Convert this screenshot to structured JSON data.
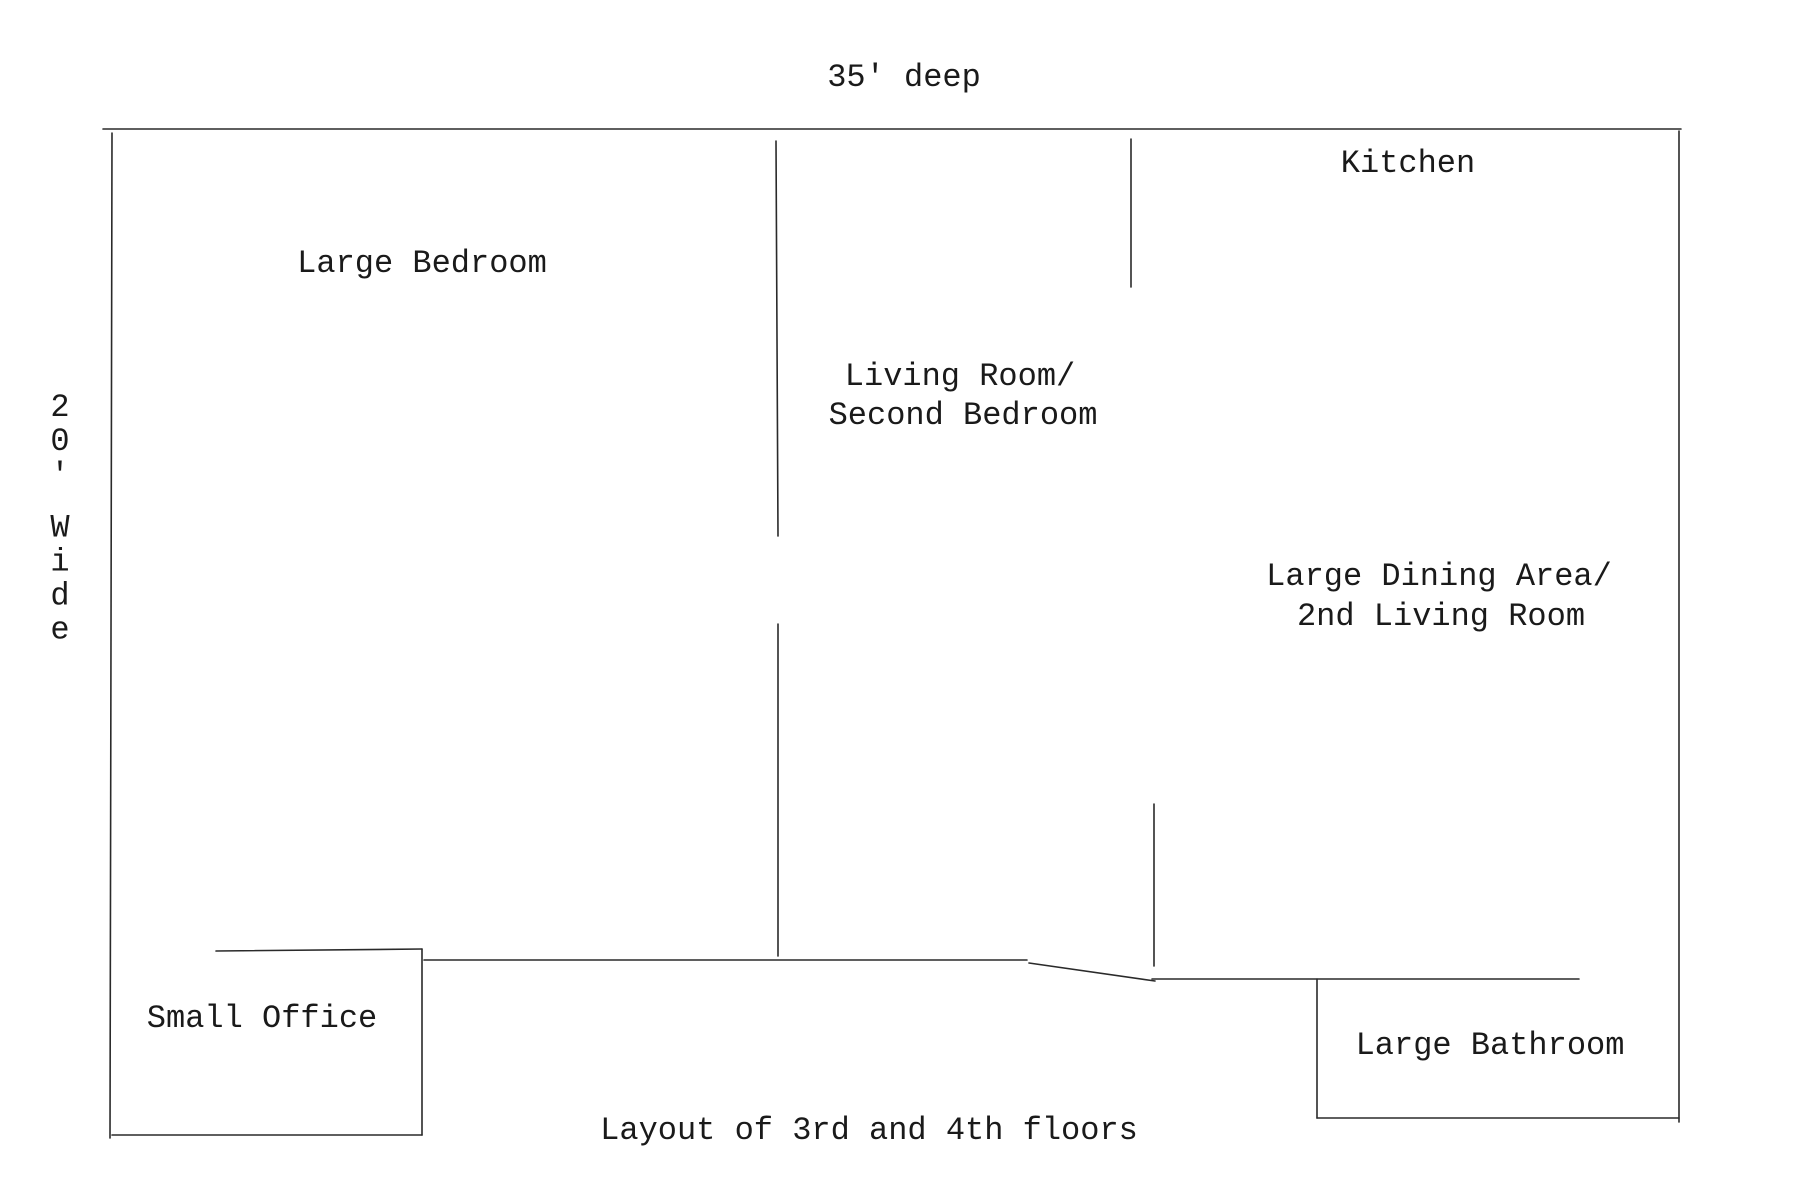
{
  "diagram": {
    "depth_label": "35' deep",
    "width_label": "20' Wide",
    "caption": "Layout of 3rd and 4th floors",
    "rooms": {
      "large_bedroom": "Large Bedroom",
      "living_room_line1": "Living Room/",
      "living_room_line2": "Second Bedroom",
      "kitchen": "Kitchen",
      "dining_line1": "Large Dining Area/",
      "dining_line2": "2nd Living Room",
      "small_office": "Small Office",
      "large_bathroom": "Large Bathroom"
    }
  },
  "colors": {
    "line": "#2a2a2a",
    "text": "#1a1a1a",
    "background": "#ffffff"
  }
}
